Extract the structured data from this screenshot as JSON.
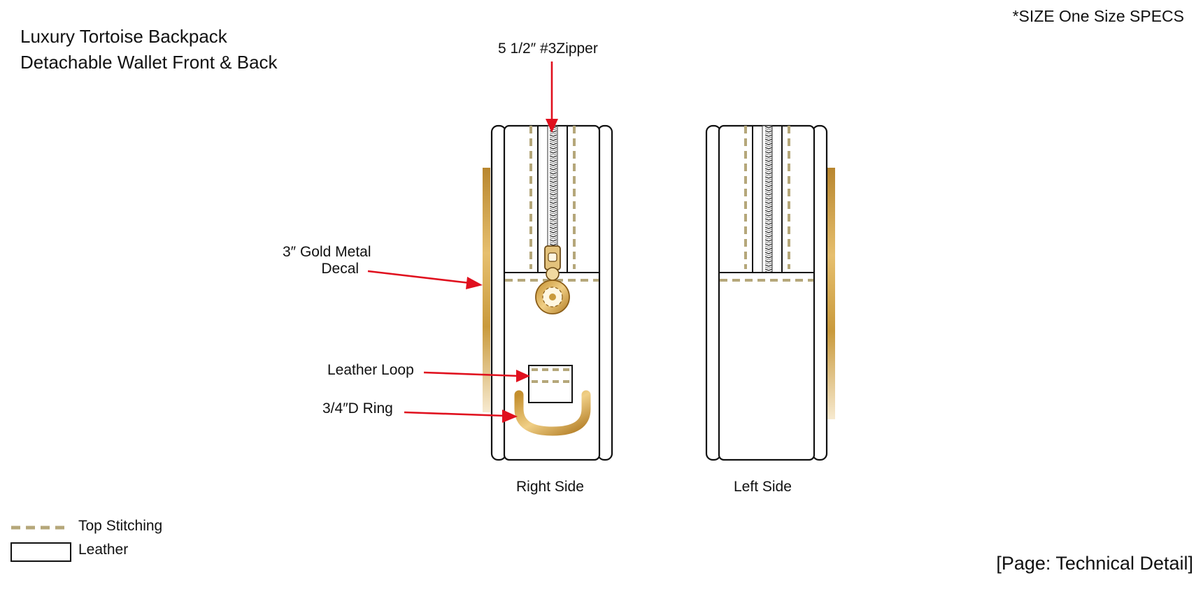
{
  "header": {
    "title_line1": "Luxury Tortoise Backpack",
    "title_line2": "Detachable Wallet Front & Back",
    "size_spec": "*SIZE One Size SPECS"
  },
  "callouts": {
    "zipper": "5 1/2″ #3Zipper",
    "decal_line1": "3″ Gold Metal",
    "decal_line2": "Decal",
    "loop": "Leather Loop",
    "d_ring": "3/4″D Ring"
  },
  "views": {
    "right": "Right Side",
    "left": "Left Side"
  },
  "legend": {
    "stitching": "Top Stitching",
    "leather": "Leather"
  },
  "footer": {
    "page": "[Page: Technical Detail]"
  },
  "colors": {
    "stitch": "#b5a77a",
    "outline": "#111111",
    "arrow": "#e0101e",
    "gold": "#c99a3c",
    "gold_light": "#f1d9a0"
  }
}
